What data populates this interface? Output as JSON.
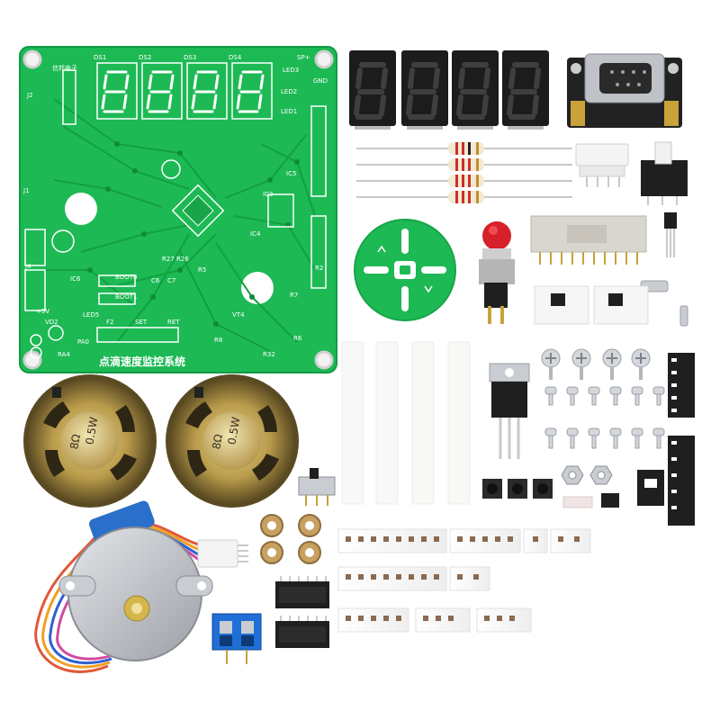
{
  "image": {
    "description_free": true
  },
  "pcb": {
    "title_silkscreen": "点滴速度监控系统",
    "brand_silkscreen": "信邦电子",
    "digit_labels": [
      "DS1",
      "DS2",
      "DS3",
      "DS4"
    ],
    "labels": {
      "j2": "J2",
      "sp": "SP+",
      "gnd": "GND",
      "led2": "LED2",
      "led1": "LED1",
      "led3": "LED3",
      "ic3": "IC3",
      "ic4": "IC4",
      "ic5": "IC5",
      "r2": "R2",
      "r5": "R5",
      "r6": "R6",
      "r7": "R7",
      "r8": "R8",
      "r27": "R27",
      "r26": "R26",
      "boot0": "BOOT0",
      "boot1": "BOOT1",
      "f2": "F2",
      "set": "SET",
      "ret": "RET",
      "j1": "J1",
      "j4": "J4",
      "ic6": "IC6",
      "led5": "LED5",
      "v5": "+5V",
      "vd2": "VD2",
      "pa0": "PA0",
      "ra4": "RA4",
      "r32": "R32",
      "vt4": "VT4",
      "c6": "C6",
      "c7": "C7"
    }
  },
  "speakers": {
    "marking_line1": "8Ω",
    "marking_line2": "0.5W"
  },
  "colors": {
    "pcb_green": "#1db954",
    "pcb_dark": "#128a3a",
    "display_body": "#1c1c1c",
    "segment_off": "#3a3a3a",
    "resistor_body": "#f3e9d2",
    "terminal_blue": "#1f6fd6",
    "motor_silver": "#c9ccd1",
    "button_red": "#d6202a",
    "connector_beige": "#d9d6cf"
  },
  "icons": [
    "pcb-board",
    "seven-segment-display",
    "db9-connector",
    "resistor",
    "speaker",
    "stepper-motor",
    "smd-strip",
    "screw",
    "nut",
    "ic-chip",
    "push-button",
    "terminal-block"
  ]
}
